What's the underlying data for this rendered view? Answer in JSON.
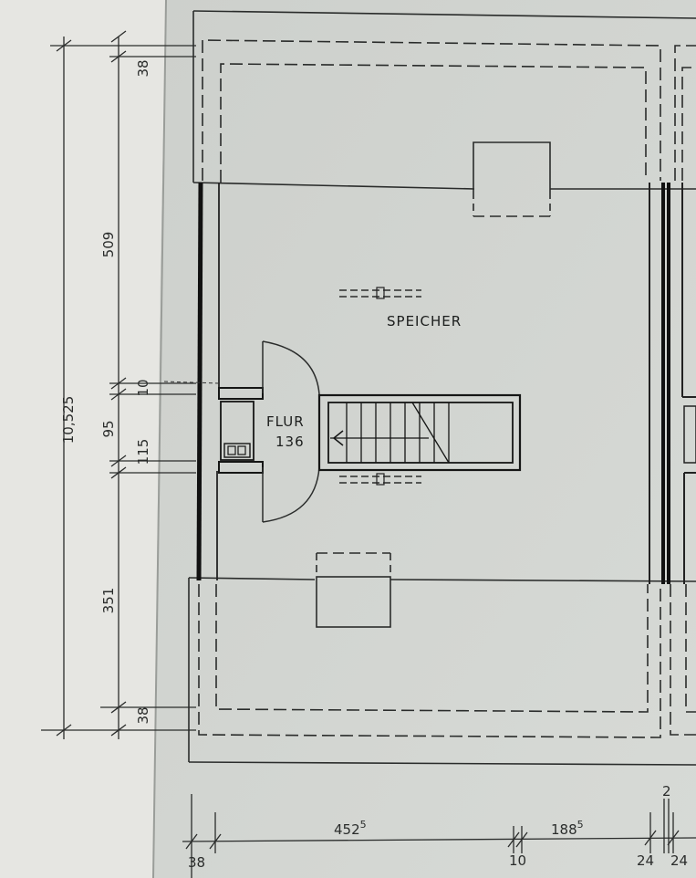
{
  "rooms": {
    "speicher": "SPEICHER",
    "flur": "FLUR",
    "flur_area": "136"
  },
  "dimensions_vertical": {
    "total": "10,525",
    "top_wall": "38",
    "speicher_depth": "509",
    "gap_upper": "10",
    "flur_depth": "95",
    "gap_lower": "115",
    "lower_depth": "351",
    "bottom_wall": "38"
  },
  "dimensions_horizontal": {
    "left_wall": "38",
    "span_main": "452",
    "span_main_sup": "5",
    "gap_a": "10",
    "span_second": "188",
    "span_second_sup": "5",
    "wall_a": "24",
    "wall_b": "24",
    "small_top": "2"
  },
  "colors": {
    "paper_main": "#d4d7d3",
    "paper_left": "#e6e6e2",
    "ink": "#2a2c2b"
  }
}
